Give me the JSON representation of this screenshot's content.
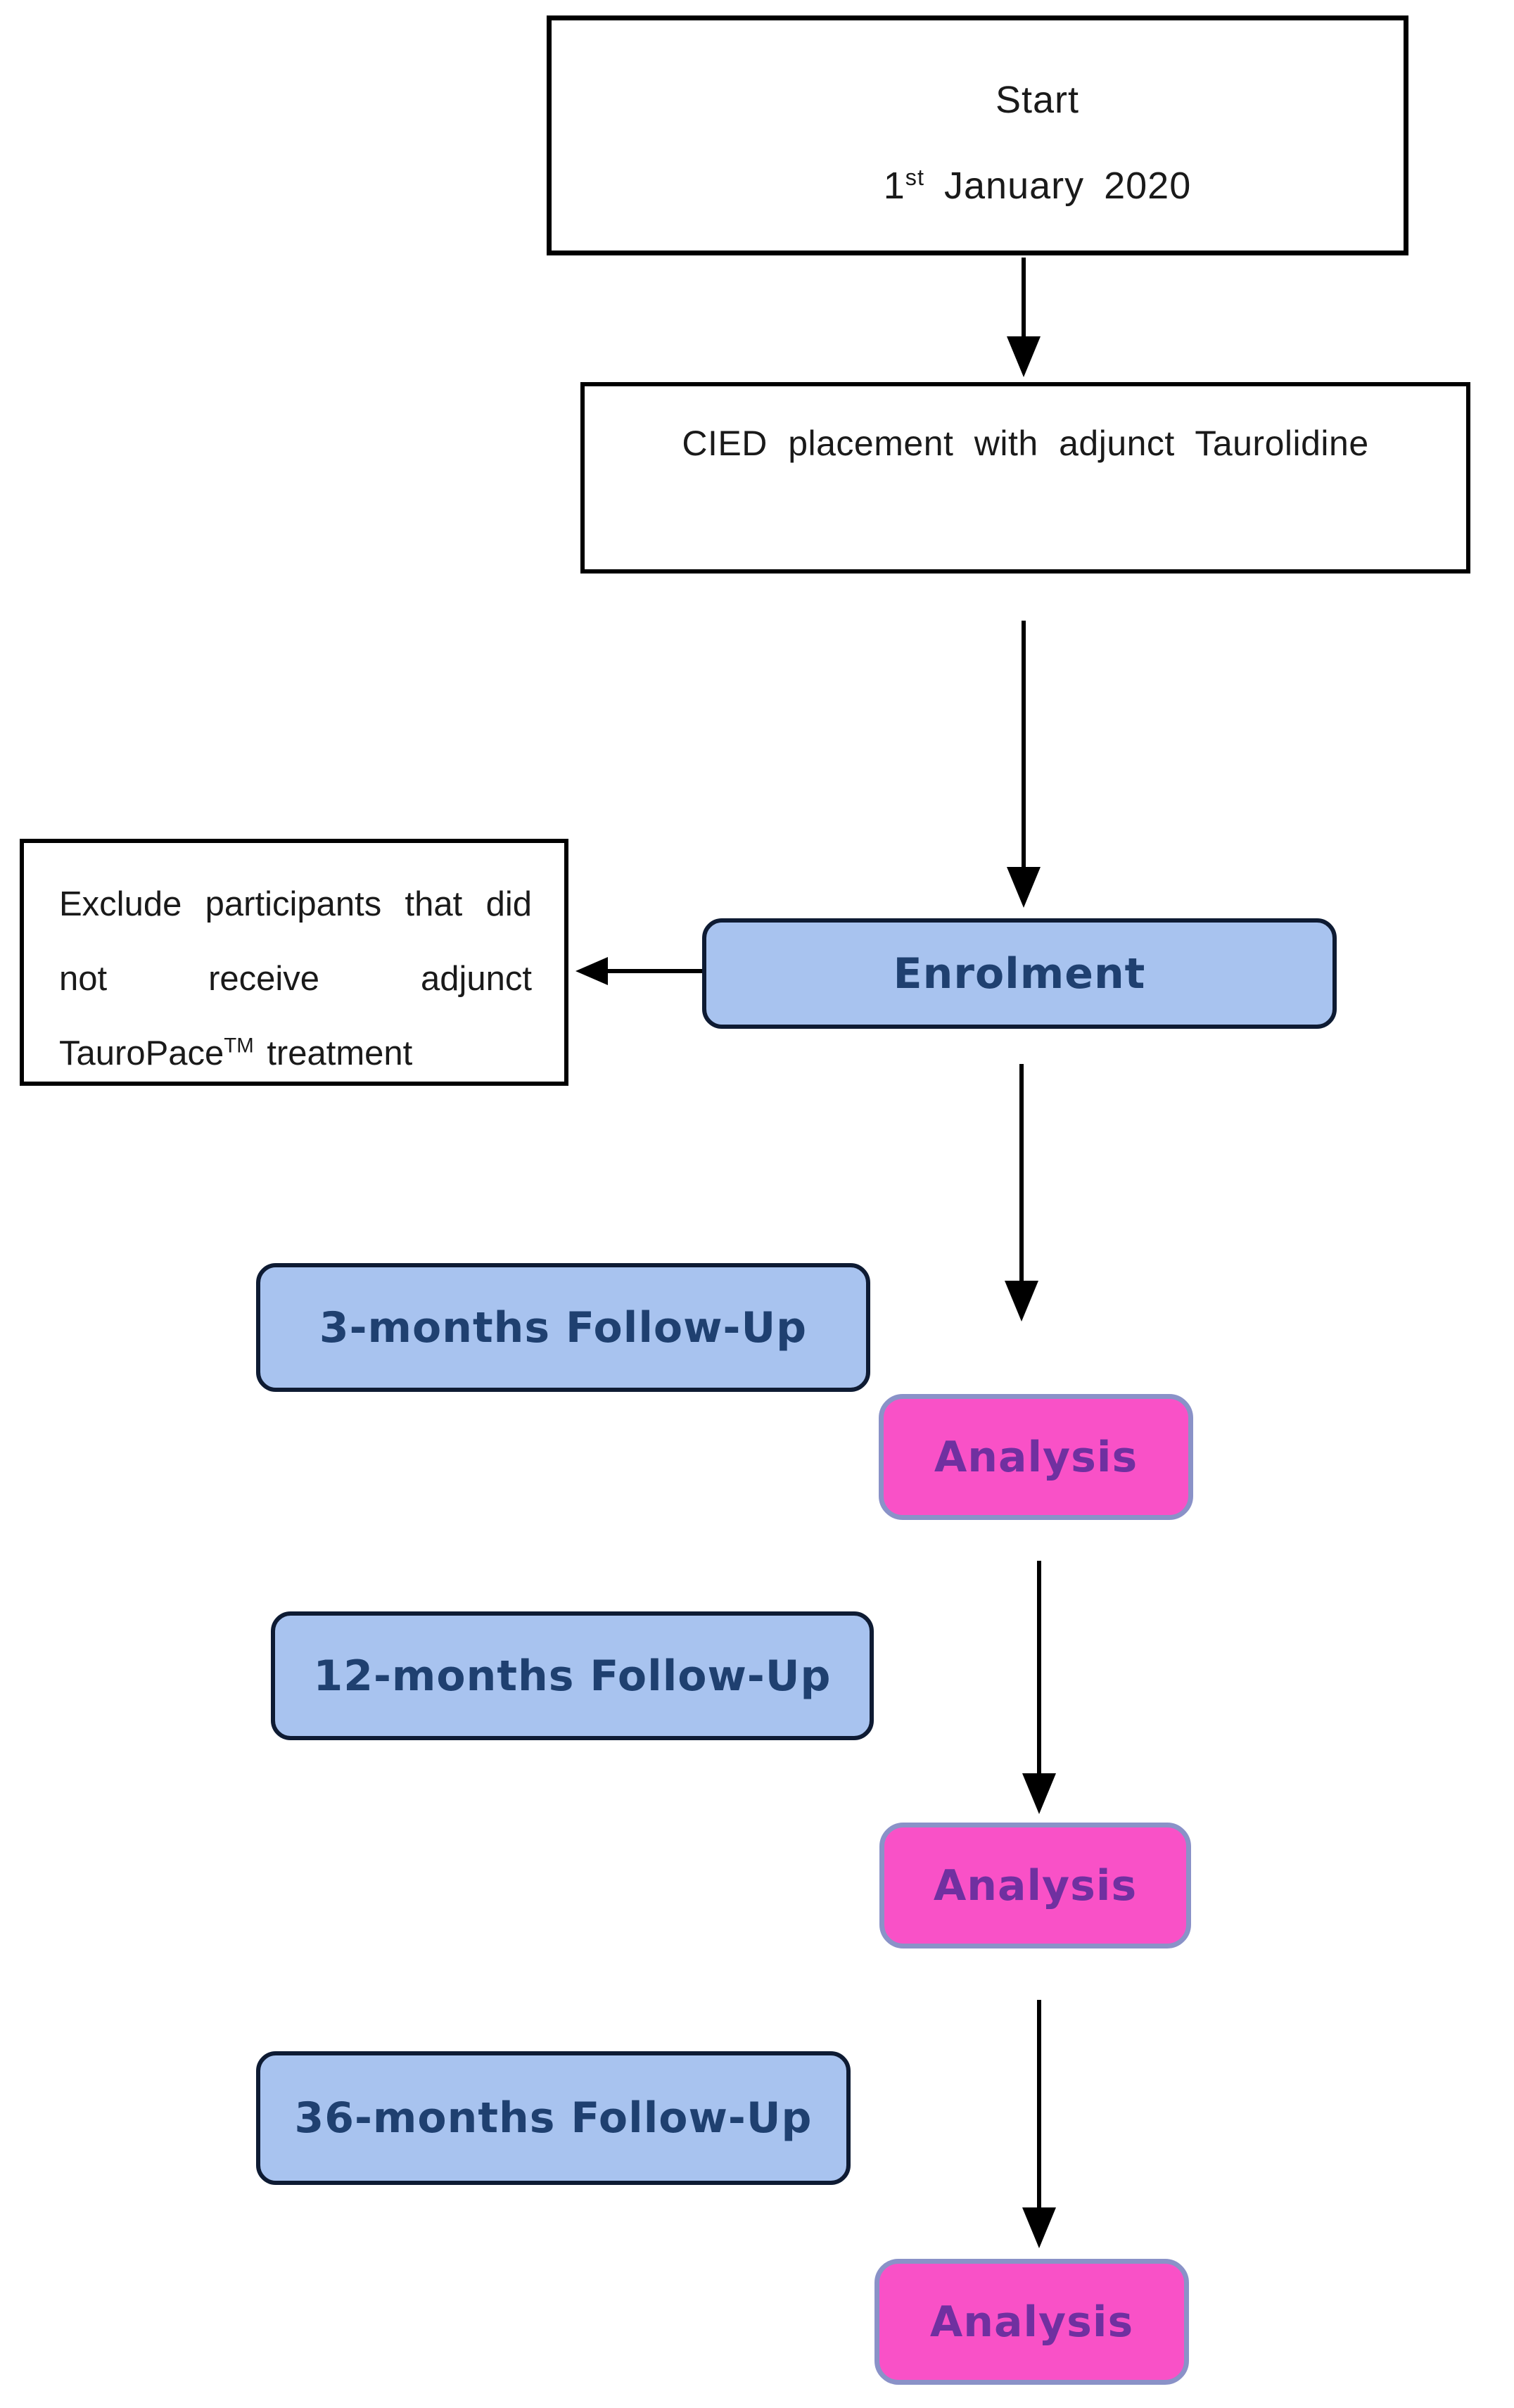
{
  "diagram": {
    "type": "flowchart",
    "colors": {
      "blue_fill": "#A8C3EF",
      "blue_border": "#0E1B33",
      "blue_text": "#1F4070",
      "pink_fill": "#F951C7",
      "pink_border": "#8A92C8",
      "pink_text": "#7030A0",
      "line": "#000000",
      "white_box_border": "#000000",
      "white_box_text": "#1A1A1A",
      "background": "#FFFFFF"
    },
    "nodes": {
      "start": {
        "line1": "Start",
        "date_num": "1",
        "date_sup": "st",
        "date_rest": " January 2020"
      },
      "cied": {
        "label": "CIED placement with adjunct Taurolidine"
      },
      "enrolment": {
        "label": "Enrolment"
      },
      "exclude": {
        "part1": "Exclude participants that did not receive adjunct TauroPace",
        "sup": "TM",
        "part2": " treatment"
      },
      "followup_3m": {
        "label": "3-months Follow-Up"
      },
      "analysis_3m": {
        "label": "Analysis"
      },
      "followup_12m": {
        "label": "12-months Follow-Up"
      },
      "analysis_12m": {
        "label": "Analysis"
      },
      "followup_36m": {
        "label": "36-months Follow-Up"
      },
      "analysis_36m": {
        "label": "Analysis"
      }
    }
  }
}
